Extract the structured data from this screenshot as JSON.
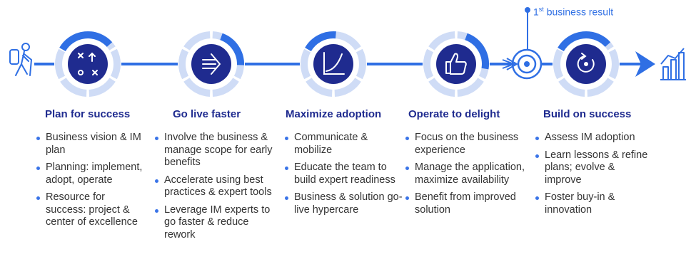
{
  "milestone": {
    "ordinal": "1",
    "ordinal_suffix": "st",
    "label": " business result"
  },
  "colors": {
    "navy": "#1f2b8f",
    "blue": "#2f6fe4",
    "light_blue": "#cfdcf6",
    "bullet": "#3a74e8"
  },
  "icons": [
    "hiker-icon",
    "strategy-play-icon",
    "fast-forward-arrows-icon",
    "growth-curve-icon",
    "thumbs-up-icon",
    "target-icon",
    "refresh-cycle-icon",
    "bar-chart-growth-icon"
  ],
  "stages": [
    {
      "title": "Plan for success",
      "progress": 0.3,
      "bullets": [
        "Business vision & IM plan",
        "Planning: implement, adopt, operate",
        "Resource for success: project & center of excellence"
      ]
    },
    {
      "title": "Go live faster",
      "progress": 0.2,
      "bullets": [
        "Involve the business & manage scope for early benefits",
        "Accelerate using best practices & expert tools",
        "Leverage IM experts to go faster & reduce rework"
      ]
    },
    {
      "title": "Maximize adoption",
      "progress": 0.18,
      "bullets": [
        "Communicate & mobilize",
        "Educate the team to build expert readiness",
        "Business & solution go-live hypercare"
      ]
    },
    {
      "title": "Operate to delight",
      "progress": 0.22,
      "bullets": [
        "Focus on the business experience",
        "Manage the application, maximize availability",
        "Benefit from improved solution"
      ]
    },
    {
      "title": "Build on success",
      "progress": 0.3,
      "bullets": [
        "Assess IM adoption",
        "Learn lessons & refine plans; evolve & improve",
        "Foster buy-in & innovation"
      ]
    }
  ]
}
